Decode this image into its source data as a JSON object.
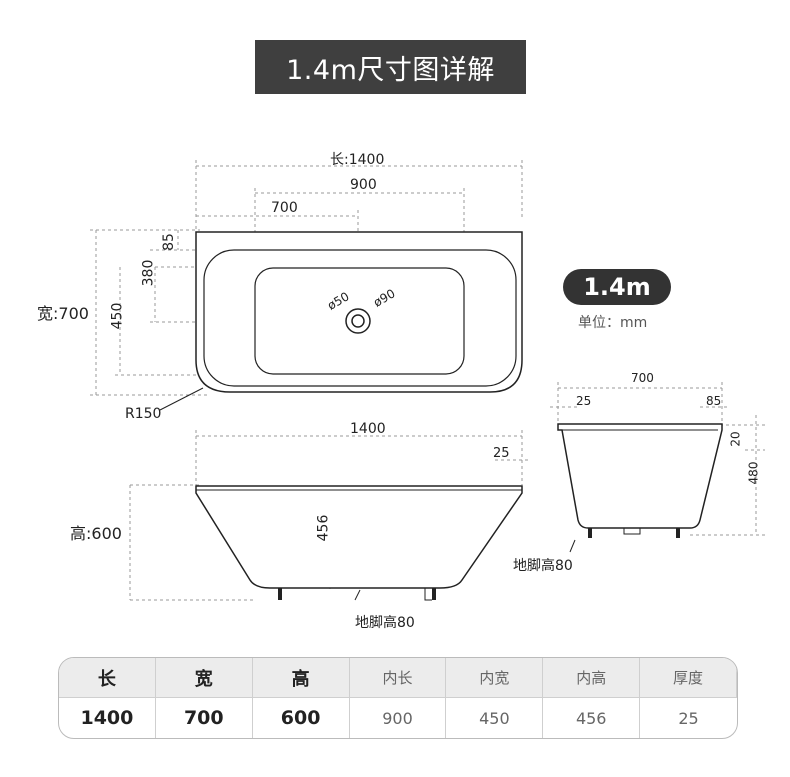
{
  "title": "1.4m尺寸图详解",
  "badge": "1.4m",
  "unit": "单位：mm",
  "top_view": {
    "length_label": "长:1400",
    "inner_length": "900",
    "drain_offset": "700",
    "rim_back": "85",
    "drain_from_edge": "380",
    "inner_width": "450",
    "width_label": "宽:700",
    "overflow": "ø50",
    "drain": "ø90",
    "radius": "R150"
  },
  "front_view": {
    "length": "1400",
    "rim_thickness": "25",
    "height_label": "高:600",
    "inner_depth": "456",
    "feet": "地脚高80"
  },
  "side_view": {
    "width": "700",
    "rim_front": "25",
    "rim_back": "85",
    "rim_height": "20",
    "body_height": "480",
    "feet": "地脚高80"
  },
  "table": {
    "headers": [
      "长",
      "宽",
      "高",
      "内长",
      "内宽",
      "内高",
      "厚度"
    ],
    "values": [
      "1400",
      "700",
      "600",
      "900",
      "450",
      "456",
      "25"
    ]
  }
}
